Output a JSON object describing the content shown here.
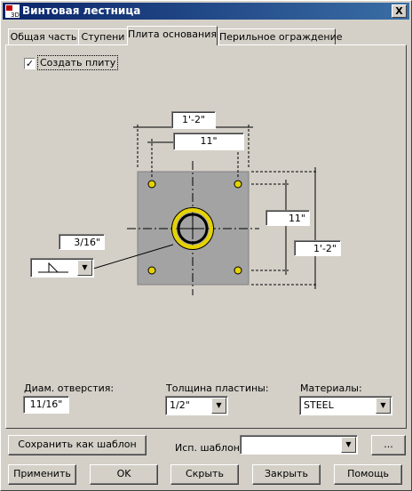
{
  "window": {
    "title": "Винтовая лестница",
    "close_label": "X",
    "app_icon_label": "3D"
  },
  "tabs": [
    {
      "label": "Общая часть"
    },
    {
      "label": "Ступени"
    },
    {
      "label": "Плита основания"
    },
    {
      "label": "Перильное ограждение"
    }
  ],
  "active_tab": "Плита основания",
  "create_plate": {
    "label": "Создать плиту",
    "checked": true,
    "check_mark": "✓"
  },
  "drawing": {
    "dim_total_top": "1'-2\"",
    "dim_bolt_top": "11\"",
    "dim_bolt_right": "11\"",
    "dim_total_right": "1'-2\"",
    "weld_size": "3/16\"",
    "hole_color": "#e6d200",
    "plate_color": "#a3a3a3"
  },
  "hole_diameter": {
    "label": "Диам. отверстия:",
    "value": "11/16\""
  },
  "plate_thickness": {
    "label": "Толщина пластины:",
    "value": "1/2\""
  },
  "material": {
    "label": "Материалы:",
    "value": "STEEL"
  },
  "template": {
    "save_label": "Сохранить как шаблон",
    "use_label": "Исп. шаблон:",
    "value": "",
    "browse_label": "..."
  },
  "buttons": {
    "apply": "Применить",
    "ok": "OK",
    "hide": "Скрыть",
    "close": "Закрыть",
    "help": "Помощь"
  }
}
